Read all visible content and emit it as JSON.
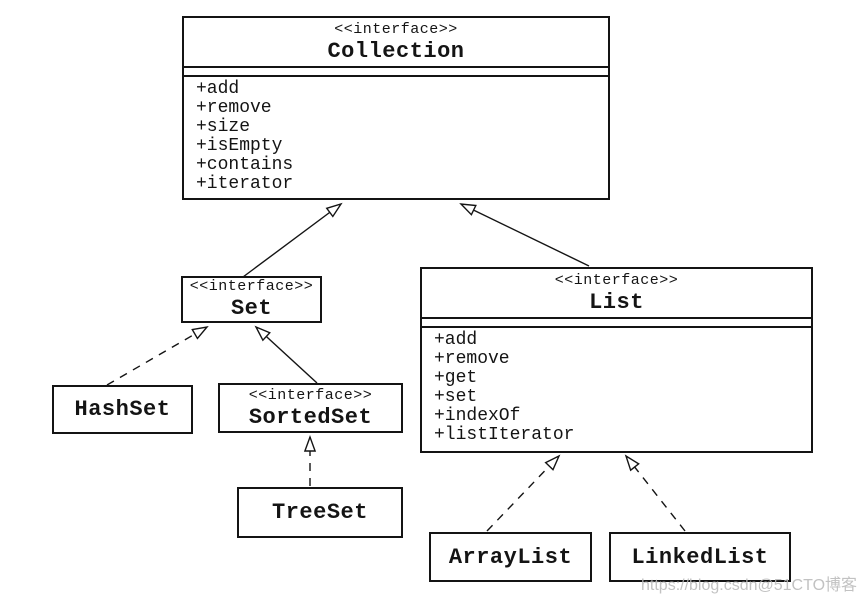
{
  "diagram": {
    "type": "uml-class-diagram",
    "nodes": {
      "collection": {
        "stereotype": "<<interface>>",
        "name": "Collection",
        "methods": [
          "+add",
          "+remove",
          "+size",
          "+isEmpty",
          "+contains",
          "+iterator"
        ]
      },
      "set": {
        "stereotype": "<<interface>>",
        "name": "Set"
      },
      "list": {
        "stereotype": "<<interface>>",
        "name": "List",
        "methods": [
          "+add",
          "+remove",
          "+get",
          "+set",
          "+indexOf",
          "+listIterator"
        ]
      },
      "hashset": {
        "name": "HashSet"
      },
      "sortedset": {
        "stereotype": "<<interface>>",
        "name": "SortedSet"
      },
      "treeset": {
        "name": "TreeSet"
      },
      "arraylist": {
        "name": "ArrayList"
      },
      "linkedlist": {
        "name": "LinkedList"
      }
    },
    "edges": [
      {
        "from": "Set",
        "to": "Collection",
        "line": "solid",
        "arrow": "hollow-triangle"
      },
      {
        "from": "List",
        "to": "Collection",
        "line": "solid",
        "arrow": "hollow-triangle"
      },
      {
        "from": "HashSet",
        "to": "Set",
        "line": "dashed",
        "arrow": "hollow-triangle"
      },
      {
        "from": "SortedSet",
        "to": "Set",
        "line": "solid",
        "arrow": "hollow-triangle"
      },
      {
        "from": "TreeSet",
        "to": "SortedSet",
        "line": "dashed",
        "arrow": "hollow-triangle"
      },
      {
        "from": "ArrayList",
        "to": "List",
        "line": "dashed",
        "arrow": "hollow-triangle"
      },
      {
        "from": "LinkedList",
        "to": "List",
        "line": "dashed",
        "arrow": "hollow-triangle"
      }
    ],
    "colors": {
      "line": "#141414",
      "background": "#ffffff",
      "watermark": "#b9b9b9"
    }
  },
  "watermark": {
    "text": "https://blog.csdn@51CTO博客"
  }
}
